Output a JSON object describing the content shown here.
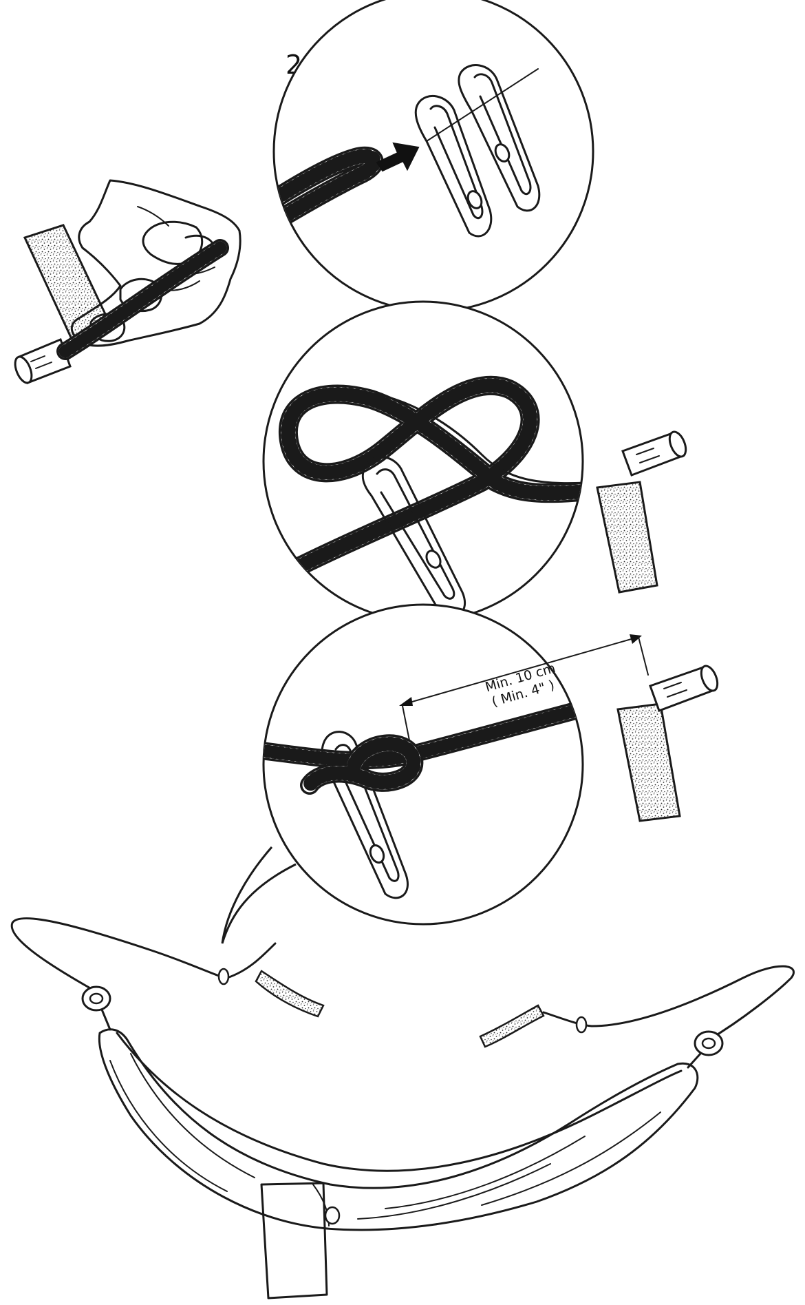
{
  "steps": {
    "step1": {
      "multiplier": "2x"
    },
    "step3": {
      "measure_line1": "Min. 10 cm",
      "measure_line2": "( Min. 4\" )"
    }
  },
  "colors": {
    "ink": "#1a1a1a",
    "paper": "#ffffff",
    "strap_speckle": "#555555"
  },
  "icons": [
    "hand-icon",
    "arrow-right-icon",
    "carabiner-icon",
    "tree-strap-icon",
    "hammock-icon",
    "rope-icon"
  ]
}
